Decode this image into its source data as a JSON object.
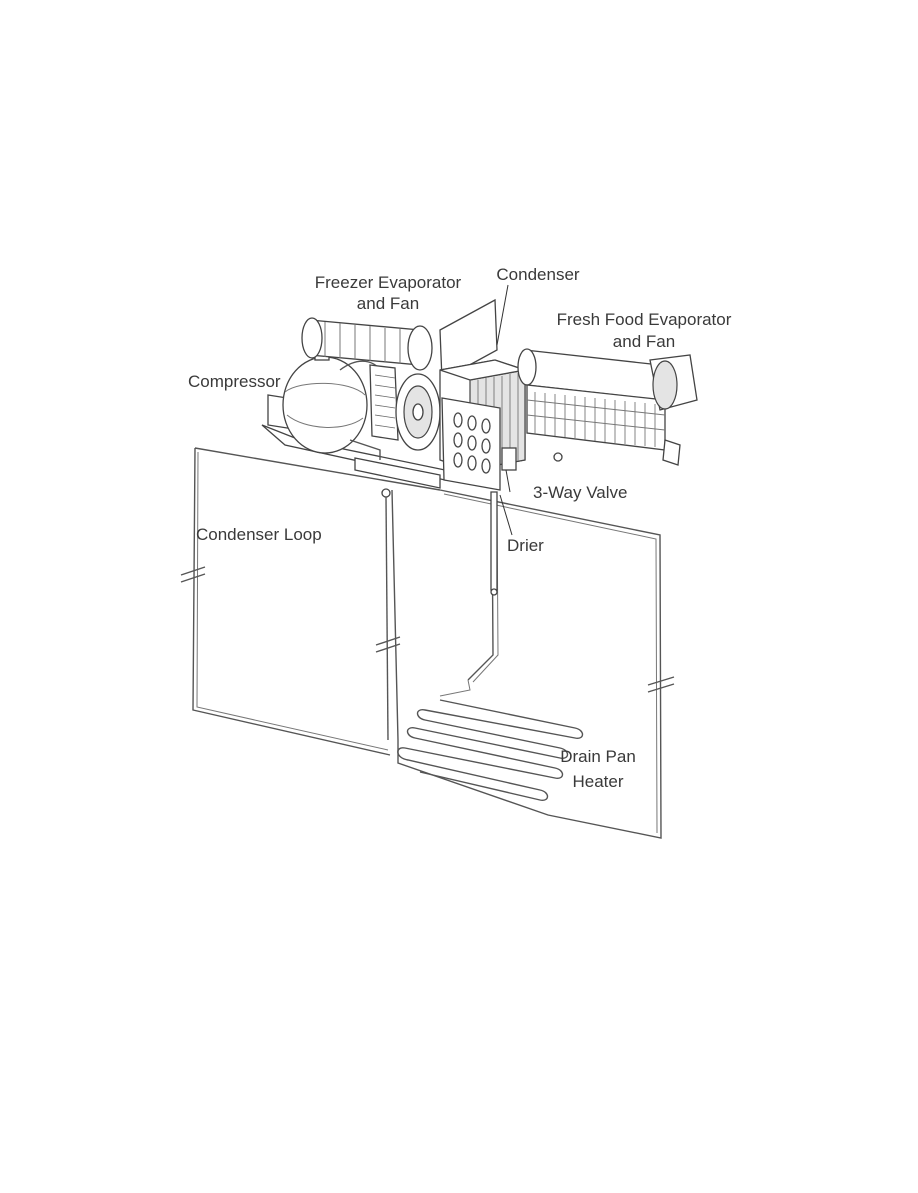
{
  "diagram": {
    "labels": {
      "freezer_evaporator": [
        "Freezer Evaporator",
        "and Fan"
      ],
      "condenser": "Condenser",
      "fresh_food_evaporator": [
        "Fresh Food Evaporator",
        "and Fan"
      ],
      "compressor": "Compressor",
      "three_way_valve": "3-Way Valve",
      "condenser_loop": "Condenser Loop",
      "drier": "Drier",
      "drain_pan_heater": [
        "Drain Pan",
        "Heater"
      ]
    }
  }
}
